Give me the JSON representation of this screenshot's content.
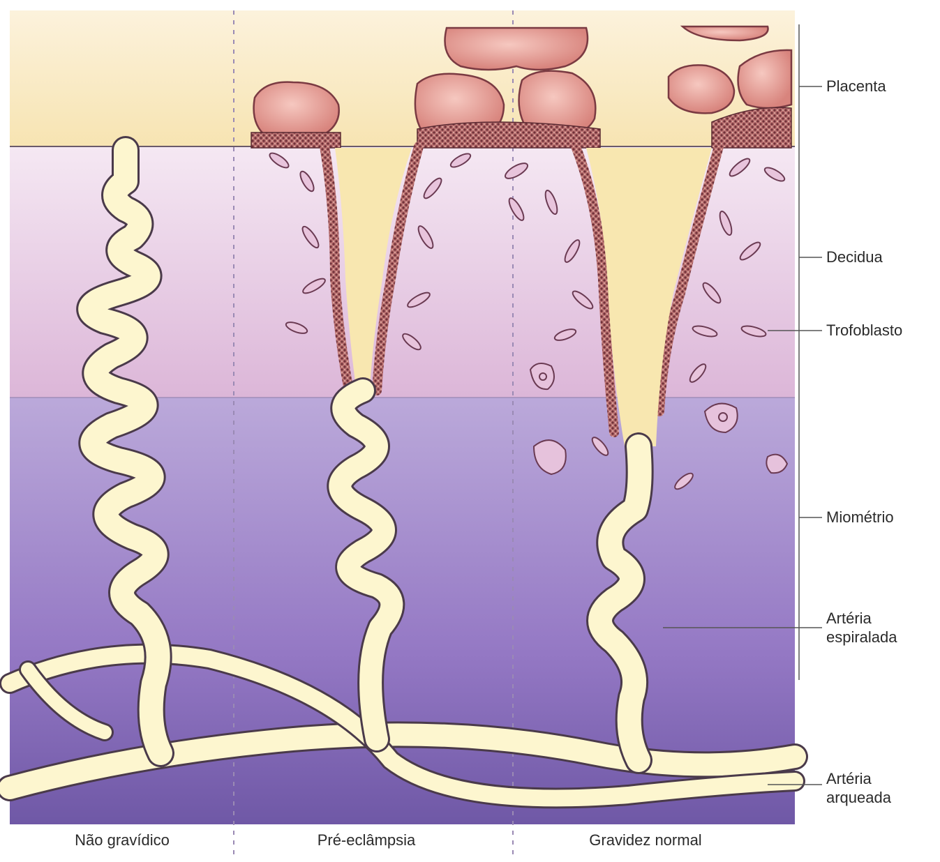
{
  "layers": {
    "placenta": "Placenta",
    "decidua": "Decidua",
    "trofoblasto": "Trofoblasto",
    "miometrio": "Miométrio",
    "arteria_espiralada": [
      "Artéria",
      "espiralada"
    ],
    "arteria_arqueada": [
      "Artéria",
      "arqueada"
    ]
  },
  "columns": {
    "nao_gravidico": "Não gravídico",
    "pre_eclampsia": "Pré-eclâmpsia",
    "gravidez_normal": "Gravidez normal"
  },
  "colors": {
    "placenta_zone": "#f7e6b8",
    "decidua_top": "#f2e0ef",
    "decidua_bottom": "#ddb7d9",
    "myometrium_top": "#b9a6d8",
    "myometrium_bottom": "#7a62b0",
    "artery_fill": "#fdf6cf",
    "artery_outline": "#4a3a4a",
    "villus": "#e59a92",
    "trophoblast": "#8c4a52"
  }
}
